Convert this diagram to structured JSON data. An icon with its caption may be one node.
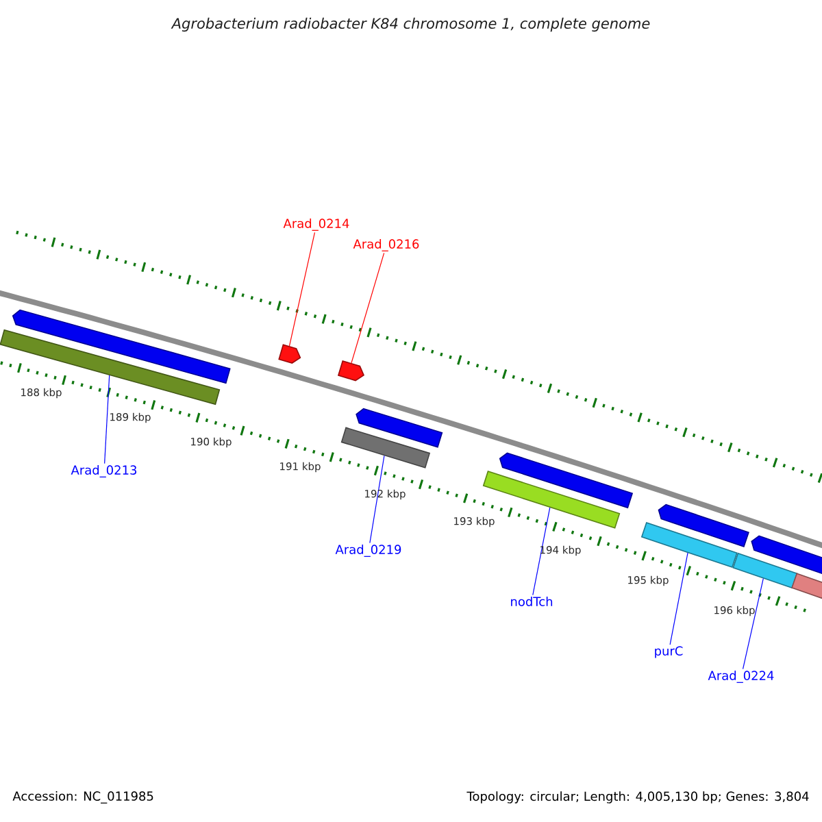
{
  "diagram": {
    "title": "Agrobacterium radiobacter K84 chromosome 1, complete genome",
    "nodes": [
      {
        "text": [
          "Arad_0214"
        ]
      },
      {
        "text": [
          "Arad_0216"
        ]
      },
      {
        "text": [],
        "shape": "bar"
      },
      {
        "text": [],
        "shape": "bar"
      },
      {
        "text": [],
        "shape": "bar"
      },
      {
        "text": [],
        "shape": "bar"
      },
      {
        "text": [],
        "shape": "bar"
      },
      {
        "text": [],
        "shape": "bar"
      },
      {
        "text": [],
        "shape": "bar"
      },
      {
        "text": [
          "Arad_0213"
        ]
      },
      {
        "text": [
          "Arad_0219"
        ]
      },
      {
        "text": [
          "nodTch"
        ]
      },
      {
        "text": [
          "purC"
        ]
      },
      {
        "text": [
          "Arad_0224"
        ]
      },
      {
        "text": [],
        "shape": "bar"
      },
      {
        "text": [],
        "shape": "bar"
      },
      {
        "text": [],
        "shape": "bar"
      },
      {
        "text": [],
        "shape": "bar"
      },
      {
        "text": [],
        "shape": "bar"
      },
      {
        "text": [],
        "shape": "bar"
      }
    ],
    "edges": [
      {
        "from": 0,
        "to": 2,
        "arrow": "none",
        "color": "#ff0000"
      },
      {
        "from": 1,
        "to": 3,
        "arrow": "none",
        "color": "#ff0000"
      },
      {
        "from": 9,
        "to": 4,
        "arrow": "none"
      },
      {
        "from": 10,
        "to": 5,
        "arrow": "none"
      },
      {
        "from": 11,
        "to": 6,
        "arrow": "none"
      },
      {
        "from": 12,
        "to": 7,
        "arrow": "none"
      },
      {
        "from": 13,
        "to": 8,
        "arrow": "none"
      }
    ],
    "labels": [
      "188 kbp",
      "189 kbp",
      "190 kbp",
      "191 kbp",
      "192 kbp",
      "193 kbp",
      "194 kbp",
      "195 kbp",
      "196 kbp",
      "Accession: NC_011985",
      "Topology: circular; Length: 4,005,130 bp; Genes: 3,804"
    ]
  }
}
